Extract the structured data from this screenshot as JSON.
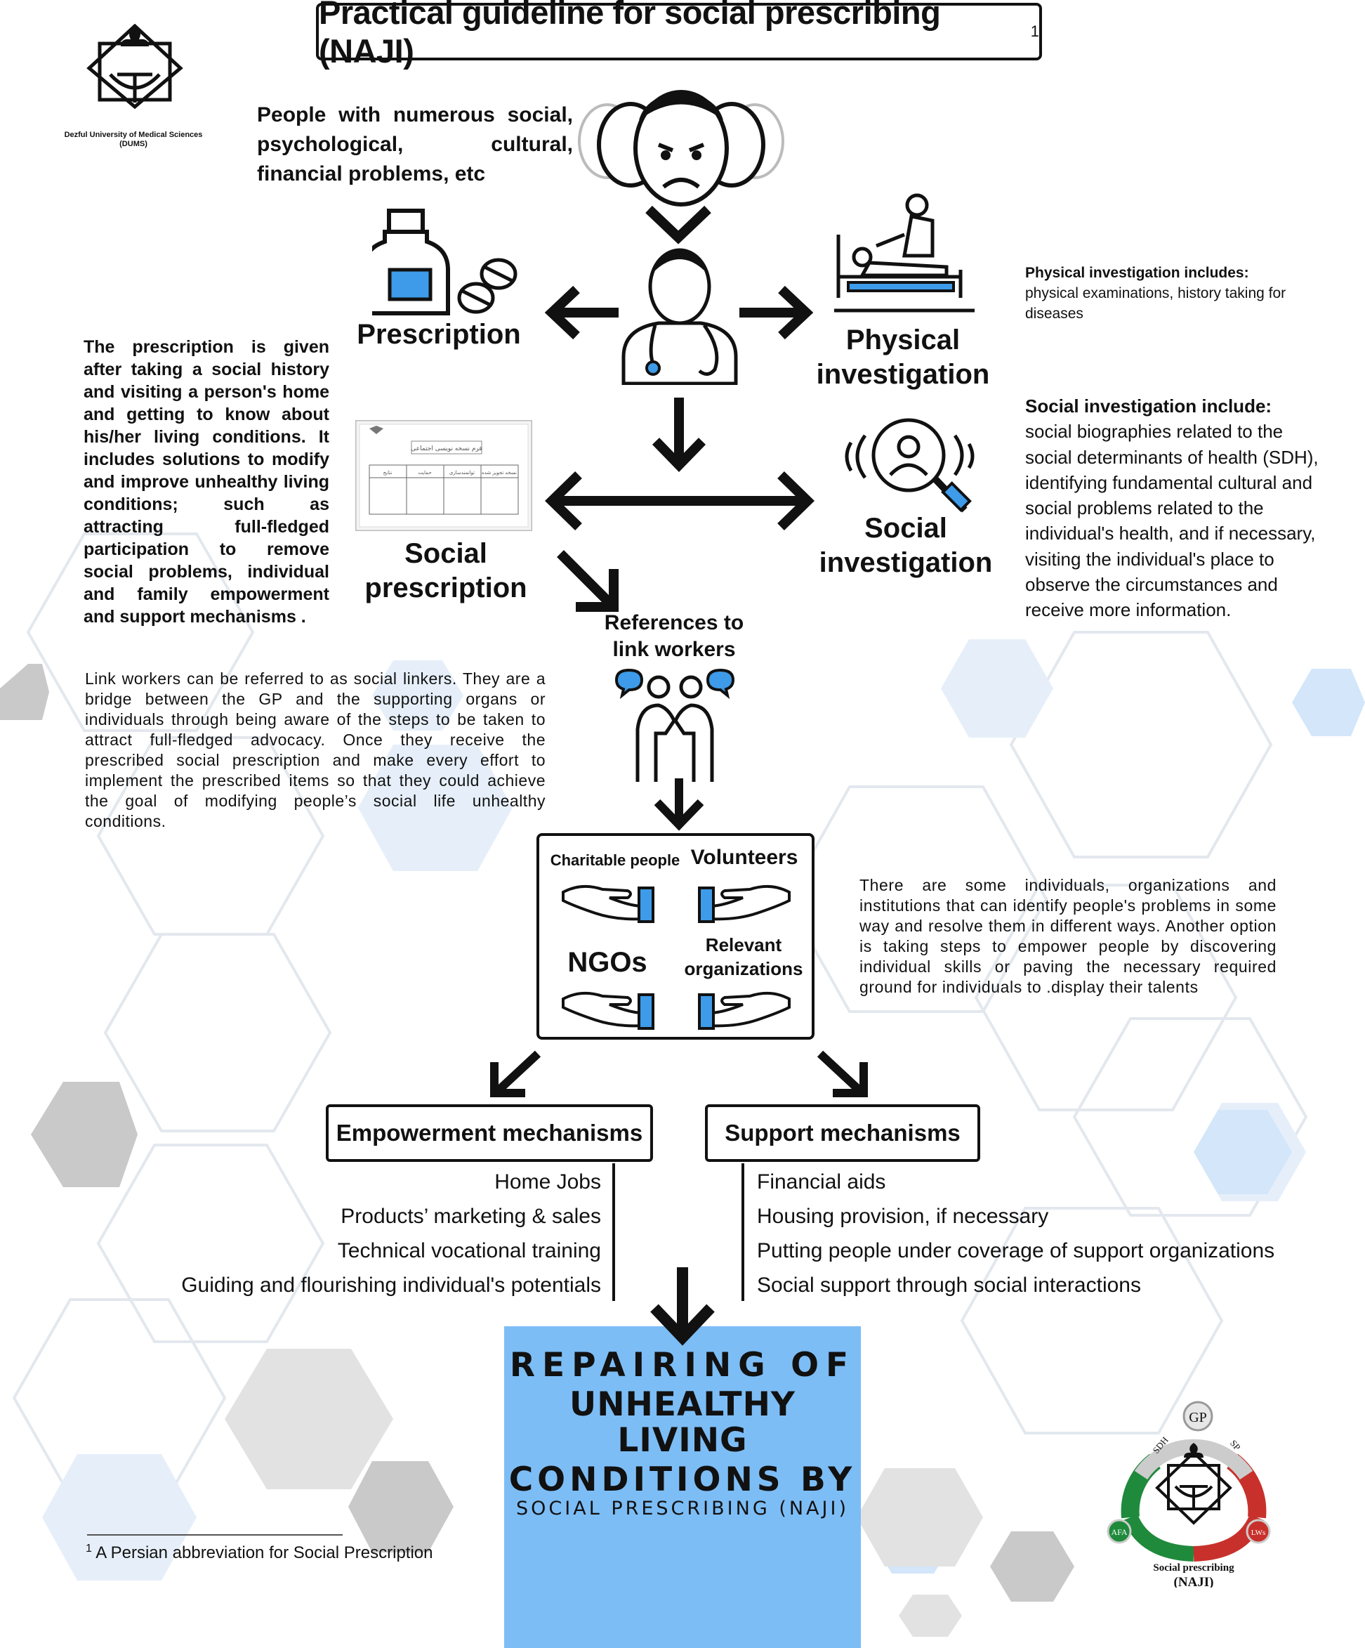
{
  "title": {
    "text": "Practical guideline for social prescribing (NAJI)",
    "sup": "1"
  },
  "university": {
    "name": "Dezful University of Medical Sciences",
    "abbr": "(DUMS)"
  },
  "people_text": "People with numerous social, psychological, cultural, financial problems, etc",
  "prescription_label": "Prescription",
  "physical_label": {
    "line1": "Physical",
    "line2": "investigation"
  },
  "physical_note": {
    "title": "Physical investigation includes:",
    "body": "physical examinations, history taking for diseases"
  },
  "prescription_note": "The prescription is given after taking a social history and visiting a person's home and getting to know about his/her living conditions. It includes solutions to modify and improve unhealthy living conditions; such as attracting full-fledged participation to remove social problems, individual and family empowerment and support mechanisms .",
  "social_prescription_label": {
    "line1": "Social",
    "line2": "prescription"
  },
  "social_investigation_label": {
    "line1": "Social",
    "line2": "investigation"
  },
  "social_investigation_note": {
    "title": "Social investigation include:",
    "body": "social biographies related to the social determinants of health (SDH), identifying fundamental cultural and social problems related to the individual's health, and if necessary, visiting the individual's place to observe the circumstances and receive more information."
  },
  "link_workers_label": {
    "line1": "References to",
    "line2": "link workers"
  },
  "link_workers_note": "Link workers can be referred to as social linkers. They are a bridge between the GP and the supporting organs or individuals through being aware of the steps to be taken to attract full-fledged advocacy. Once they receive the prescribed social prescription and make every effort to implement the prescribed items so that they could achieve the goal of modifying people’s social life unhealthy conditions.",
  "supporters": {
    "charitable": "Charitable people",
    "volunteers": "Volunteers",
    "ngos": "NGOs",
    "relevant_line1": "Relevant",
    "relevant_line2": "organizations"
  },
  "supporters_note": "There are some individuals, organizations and institutions that can identify people's problems in some way and resolve them in different ways. Another option is taking steps to empower people by discovering individual skills or paving the necessary required ground for individuals to .display their talents",
  "empowerment": {
    "title": "Empowerment mechanisms",
    "items": [
      "Home Jobs",
      "Products’ marketing & sales",
      "Technical vocational training",
      "Guiding and flourishing individual's potentials"
    ]
  },
  "support": {
    "title": "Support mechanisms",
    "items": [
      "Financial aids",
      "Housing provision, if necessary",
      "Putting people under coverage of support organizations",
      "Social support through social interactions"
    ]
  },
  "result": {
    "line1": "REPAIRING OF",
    "line2": "UNHEALTHY LIVING",
    "line3": "CONDITIONS BY",
    "line4": "SOCIAL PRESCRIBING (NAJI)"
  },
  "footnote": {
    "mark": "1",
    "text": "A Persian abbreviation for Social Prescription"
  },
  "logo_naji": {
    "gp": "GP",
    "sdh": "SDH",
    "sp": "SP",
    "afa": "AFA",
    "lws": "LWs",
    "caption1": "Social prescribing",
    "caption2": "(NAJI)"
  },
  "form_text": {
    "heading": "فرم نسخه نویسی اجتماعی",
    "col1": "نسخه تجویز شده",
    "col2": "توانمندسازی",
    "col3": "حمایت",
    "col4": "نتایج"
  },
  "colors": {
    "blue_accent": "#3d9be9",
    "result_panel": "#7dbdf5",
    "hex_light": "#dbe9f7",
    "hex_grey": "#c4c4c4",
    "red": "#c8312b",
    "green": "#1f8a3c"
  }
}
